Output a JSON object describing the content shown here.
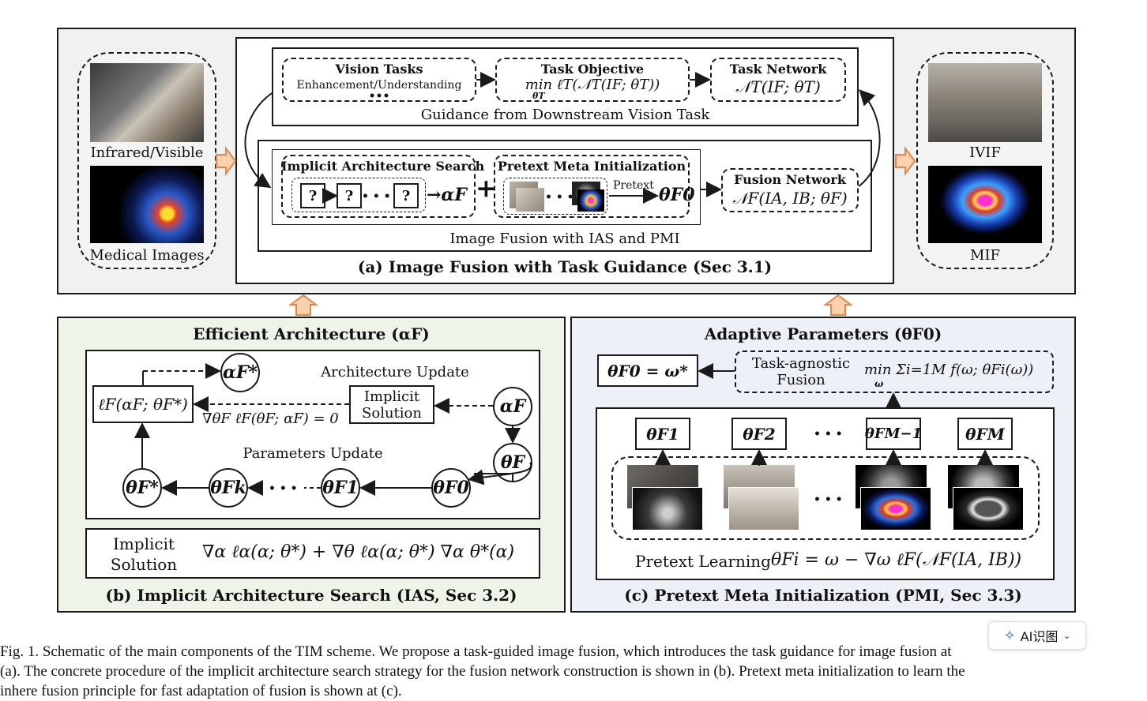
{
  "colors": {
    "top_panel_bg": "#f1f1f1",
    "ias_panel_bg": "#eef4e8",
    "pmi_panel_bg": "#eef0f8",
    "arrow_fill": "#fbd1ad",
    "arrow_stroke": "#e0884a",
    "ai_accent": "#2a6de1"
  },
  "panel_a": {
    "title": "(a) Image Fusion with Task Guidance (Sec 3.1)",
    "guidance": {
      "caption": "Guidance from Downstream Vision Task",
      "vision_tasks": {
        "title": "Vision Tasks",
        "subtitle": "Enhancement/Understanding",
        "dots": "•••"
      },
      "task_objective": {
        "title": "Task Objective",
        "formula": "min ℓT(𝒩T(IF; θT))",
        "sub": "θT"
      },
      "task_network": {
        "title": "Task Network",
        "formula": "𝒩T(IF; θT)"
      }
    },
    "fusion": {
      "caption": "Image Fusion with IAS and PMI",
      "ias": {
        "title": "Implicit Architecture Search",
        "q": "?",
        "dots": "• • •",
        "result": "→αF"
      },
      "plus": "+",
      "pmi": {
        "title": "Pretext Meta Initialization",
        "dots": "• • •",
        "arrow_label": "Pretext",
        "result": "θF0"
      },
      "fusion_network": {
        "title": "Fusion Network",
        "formula": "𝒩F(IA, IB; θF)"
      }
    },
    "left_inputs": {
      "label1": "Infrared/Visible",
      "label2": "Medical Images"
    },
    "right_outputs": {
      "label1": "IVIF",
      "label2": "MIF"
    }
  },
  "panel_b": {
    "title": "(b) Implicit Architecture Search (IAS, Sec 3.2)",
    "header": "Efficient Architecture (αF)",
    "loss": "ℓF(αF; θF*)",
    "alpha_star": "αF*",
    "alpha": "αF",
    "theta": "θF",
    "theta0": "θF0",
    "theta1": "θF1",
    "thetak": "θFk",
    "thetastar": "θF*",
    "arch_update": "Architecture Update",
    "param_update": "Parameters Update",
    "implicit_solution_box": "Implicit Solution",
    "grad_condition": "∇θF ℓF(θF; αF) = 0",
    "dots": "• • •",
    "bottom_label": "Implicit Solution",
    "bottom_formula": "∇α ℓα(α; θ*) + ∇θ ℓα(α; θ*) ∇α θ*(α)"
  },
  "panel_c": {
    "title": "(c) Pretext Meta Initialization (PMI, Sec 3.3)",
    "header": "Adaptive Parameters (θF0)",
    "result": "θF0 = ω*",
    "task_agnostic": "Task-agnostic Fusion",
    "objective": "min Σi=1M f(ω; θFi(ω))",
    "objective_sub": "ω",
    "thetas": [
      "θF1",
      "θF2",
      "θFM−1",
      "θFM"
    ],
    "dots": "• • •",
    "pretext_label": "Pretext Learning",
    "pretext_formula": "θFi = ω − ∇ω ℓF(𝒩F(IA, IB))"
  },
  "caption": {
    "lines": [
      "Fig. 1.     Schematic of the main components of the TIM scheme. We propose a task-guided image fusion, which introduces the task guidance for image fusion at",
      "(a). The concrete procedure of the implicit architecture search strategy for the fusion network construction is shown in (b). Pretext meta initialization to learn the",
      "inhere fusion principle for fast adaptation of fusion is shown at (c)."
    ]
  },
  "ai_button": {
    "label": "AI识图",
    "icon": "sparkle-icon",
    "chevron": "chevron-down-icon"
  }
}
